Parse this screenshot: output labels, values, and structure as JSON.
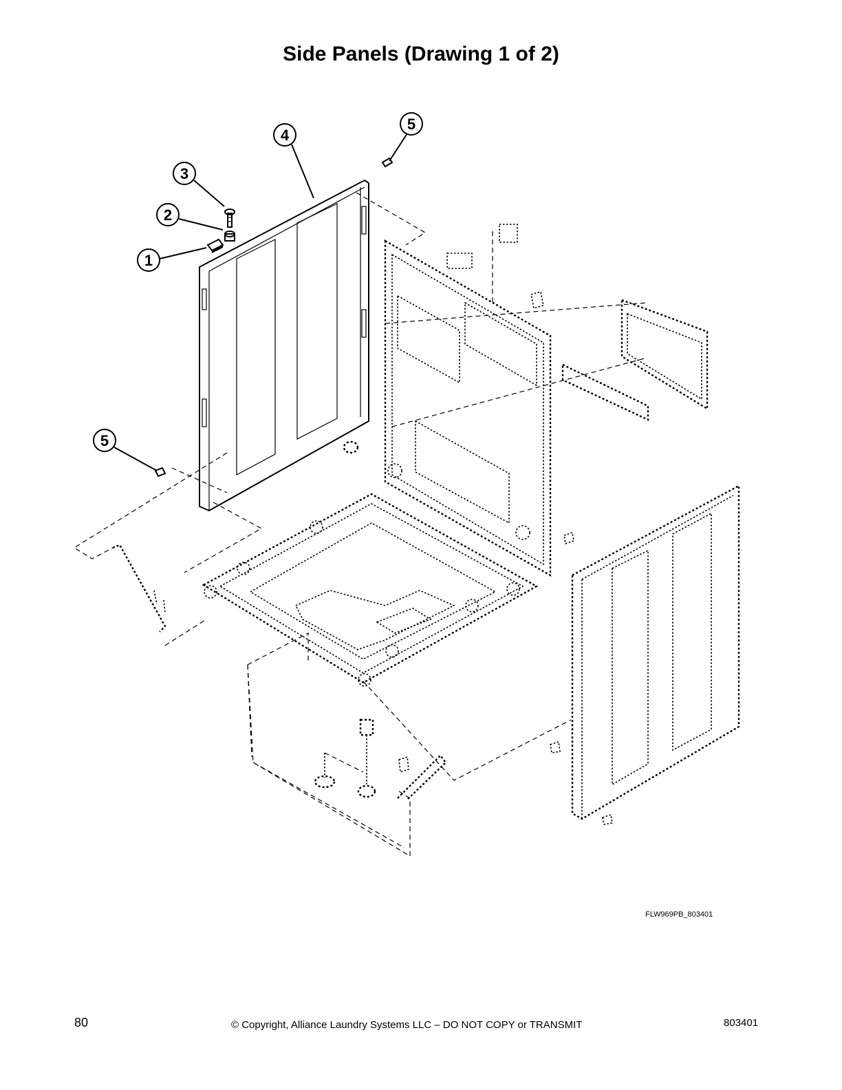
{
  "page": {
    "title": "Side Panels (Drawing 1 of 2)",
    "drawing_code": "FLW969PB_803401",
    "page_number": "80",
    "copyright": "© Copyright, Alliance Laundry Systems LLC – DO NOT COPY or TRANSMIT",
    "doc_number": "803401"
  },
  "callouts": [
    {
      "id": "c1",
      "label": "1"
    },
    {
      "id": "c2",
      "label": "2"
    },
    {
      "id": "c3",
      "label": "3"
    },
    {
      "id": "c4",
      "label": "4"
    },
    {
      "id": "c5a",
      "label": "5"
    },
    {
      "id": "c5b",
      "label": "5"
    }
  ]
}
